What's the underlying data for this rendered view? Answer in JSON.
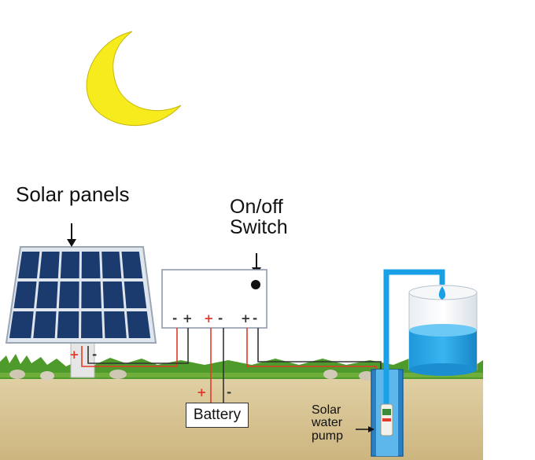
{
  "labels": {
    "solar_panels": "Solar panels",
    "switch": [
      "On/off",
      "Switch"
    ],
    "battery": "Battery",
    "pump": [
      "Solar",
      "water",
      "pump"
    ]
  },
  "polarity": {
    "plus": "+",
    "minus": "-"
  },
  "colors": {
    "moon": "#f6eb1c",
    "panel_cell": "#1b3b6f",
    "pipe": "#1aa0e6",
    "water": "#2aa8e8",
    "grass": "#4e9a2a",
    "soil": "#d9c69a",
    "wire_red": "#e23a2a",
    "wire_dark": "#333333"
  },
  "icons": [
    "moon-icon",
    "arrow-icon",
    "solar-panel-icon",
    "controller-box",
    "water-tank-icon",
    "water-pump-icon"
  ]
}
